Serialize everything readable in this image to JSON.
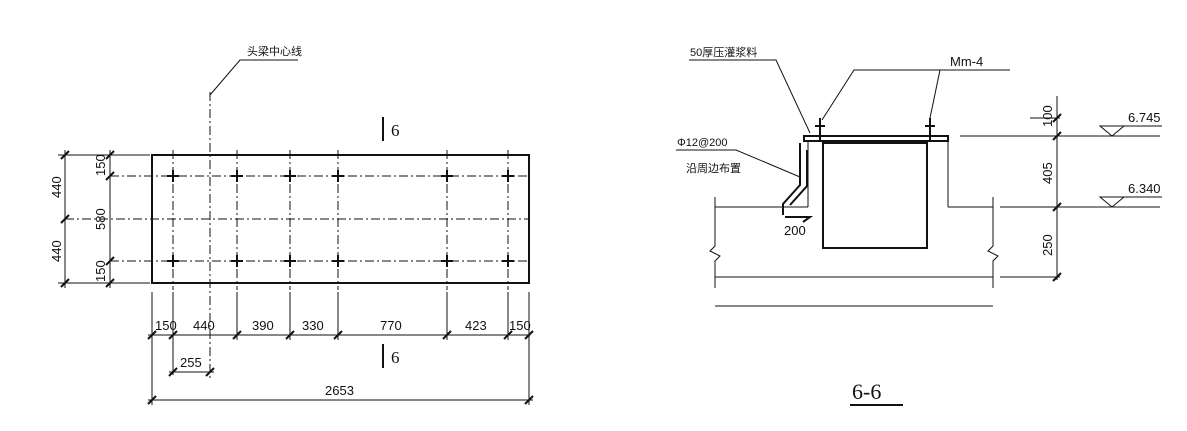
{
  "plan": {
    "dimensions": {
      "bottom": [
        "150",
        "440",
        "390",
        "330",
        "770",
        "423",
        "150"
      ],
      "offset": "255",
      "total": "2653",
      "left_outer": [
        "440",
        "440"
      ],
      "left_inner": [
        "150",
        "580",
        "150"
      ]
    },
    "centerline_label": "头梁中心线",
    "section_mark": "6"
  },
  "section": {
    "grout_label": "50厚压灌浆料",
    "bolt_label": "Mm-4",
    "rebar_label": "Φ12@200",
    "rebar_note": "沿周边布置",
    "hook_length": "200",
    "elevations": [
      "6.745",
      "6.340"
    ],
    "heights": [
      "100",
      "405",
      "250"
    ],
    "title": "6-6"
  }
}
